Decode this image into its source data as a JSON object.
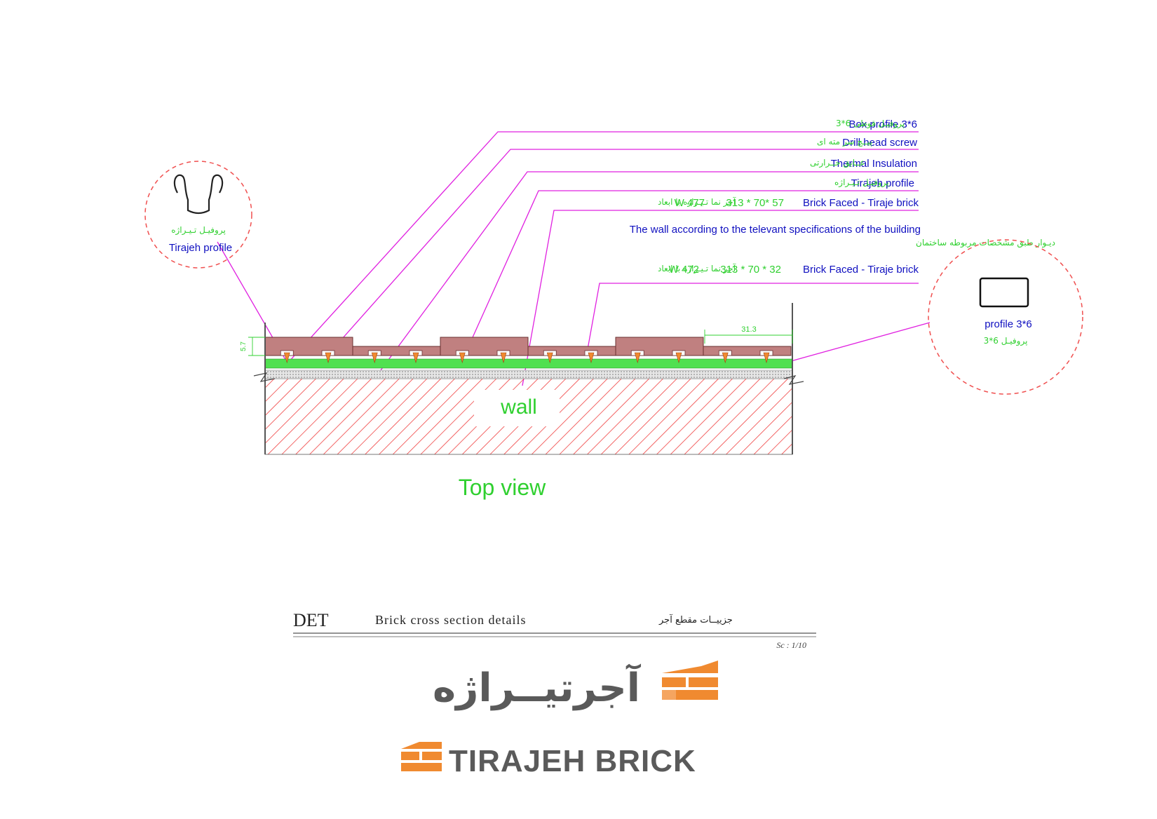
{
  "callouts": [
    {
      "en": "Box profile 3*6",
      "fa": "پروفیـل قوطی 6*3"
    },
    {
      "en": "Drill head screw",
      "fa": "پیــچ سر مته ای"
    },
    {
      "en": "Thermal Insulation",
      "fa": "عــایق حــرارتی"
    },
    {
      "en": "Tirajeh profile",
      "fa": "پروفیـل تـیـراژه"
    },
    {
      "en": "Brick Faced - Tiraje brick",
      "fa": "آجر نما تـیـراژه با ابعاد",
      "dims": "313 * 70* 57",
      "code": "W 477"
    },
    {
      "en": "The wall according to the televant specifications of the building",
      "fa": "دیـوار طبق مشخصات مربوطه ساختمان"
    },
    {
      "en": "Brick Faced - Tiraje brick",
      "fa": "آجر نما تـیـراژه با ابعاد",
      "dims": "313 * 70 * 32",
      "code": "W 472"
    }
  ],
  "detail_left": {
    "fa": "پروفیـل تـیـراژه",
    "en": "Tirajeh profile"
  },
  "detail_right": {
    "en": "profile 3*6",
    "fa": "پروفیـل 6*3"
  },
  "dimensions": {
    "height": "5.7",
    "width": "31.3"
  },
  "wall_label": "wall",
  "view_label": "Top view",
  "title_block": {
    "code": "DET",
    "title_en": "Brick cross section details",
    "title_fa": "جزییــات مقطع آجر",
    "scale": "Sc : 1/10"
  },
  "logo": {
    "fa": "آجرتیــراژه",
    "en": "TIRAJEH BRICK"
  },
  "colors": {
    "leader": "#e020e0",
    "label_en": "#1010c0",
    "label_fa": "#30d030",
    "hatch": "#f04040",
    "brick": "#c08080",
    "insulation": "#50e050",
    "detail_circle": "#f05050",
    "logo_orange": "#f08a30",
    "logo_gray": "#5a5a5a"
  }
}
